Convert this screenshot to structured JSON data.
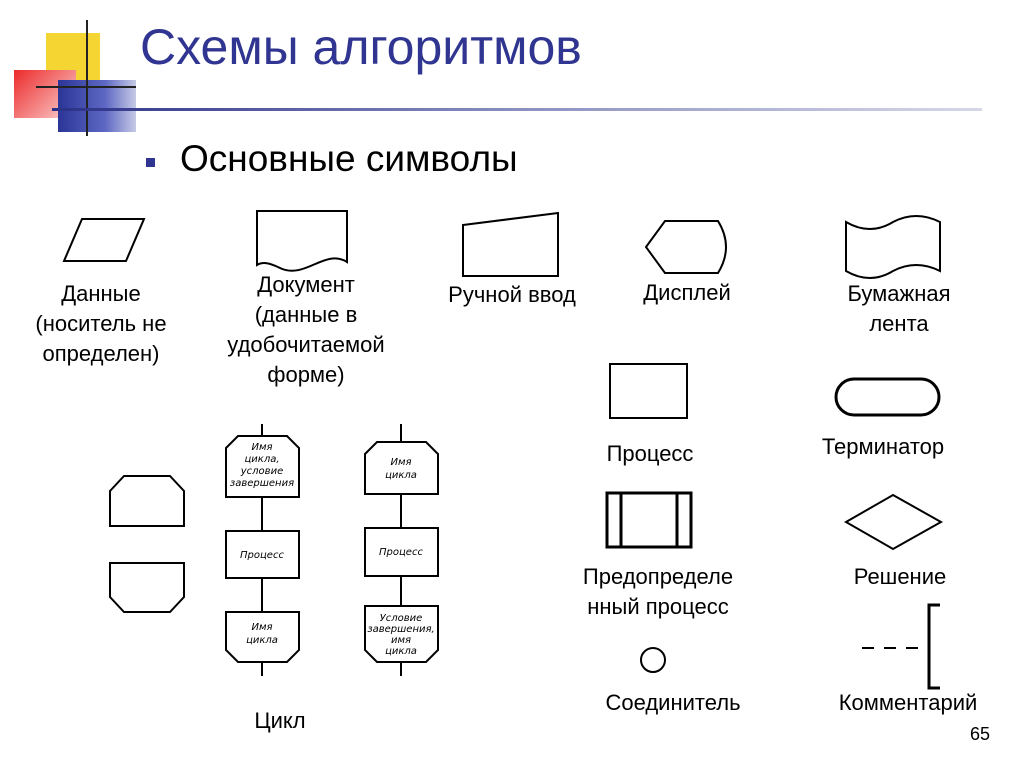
{
  "header": {
    "title": "Схемы алгоритмов",
    "subtitle": "Основные символы",
    "accent_colors": {
      "title": "#2f3590",
      "yellow": "#f5d531",
      "red": "#ec2a2a",
      "blue": "#3240a8"
    }
  },
  "symbols": {
    "data_label": "Данные\n(носитель не\nопределен)",
    "document_label": "Документ\n(данные в\nудобочитаемой\nформе)",
    "manual_input_label": "Ручной ввод",
    "display_label": "Дисплей",
    "paper_tape_label": "Бумажная\nлента",
    "process_label": "Процесс",
    "terminator_label": "Терминатор",
    "predefined_process_label": "Предопределе\nнный процесс",
    "decision_label": "Решение",
    "connector_label": "Соединитель",
    "comment_label": "Комментарий",
    "loop_label": "Цикл"
  },
  "loop_diagram": {
    "left": {
      "start_text": [
        "Имя",
        "цикла,",
        "условие",
        "завершения"
      ],
      "process_text": "Процесс",
      "end_text": [
        "Имя",
        "цикла"
      ]
    },
    "right": {
      "start_text": [
        "Имя",
        "цикла"
      ],
      "process_text": "Процесс",
      "end_text": [
        "Условие",
        "завершения,",
        "имя",
        "цикла"
      ]
    }
  },
  "page_number": "65"
}
